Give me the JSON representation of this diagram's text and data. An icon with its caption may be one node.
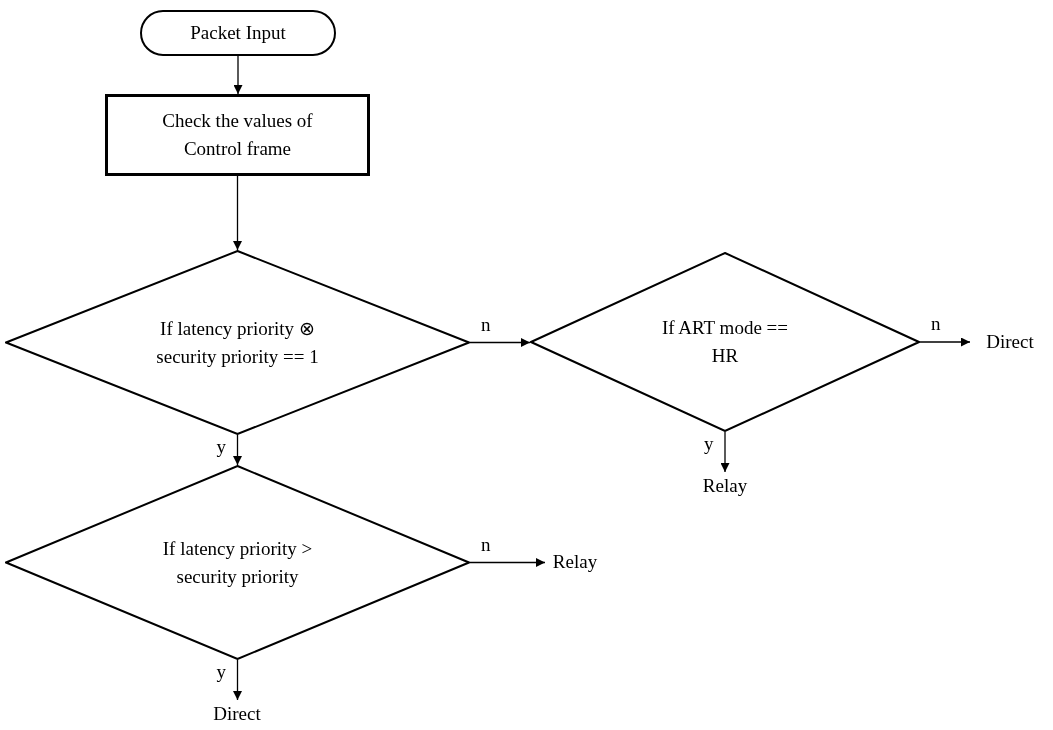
{
  "diagram": {
    "nodes": [
      {
        "text": [
          "Packet Input"
        ]
      },
      {
        "text": [
          "Check the values of Control frame"
        ]
      },
      {
        "text": [
          "If latency priority ⊗ security priority == 1"
        ]
      },
      {
        "text": [
          "If ART mode == HR"
        ]
      },
      {
        "text": [
          "If latency priority > security priority"
        ]
      },
      {
        "text": [
          "Direct"
        ]
      },
      {
        "text": [
          "Relay"
        ]
      },
      {
        "text": [
          "Relay"
        ]
      },
      {
        "text": [
          "Direct"
        ]
      }
    ],
    "edges": [
      {
        "from": 0,
        "to": 1,
        "arrow": "to"
      },
      {
        "from": 1,
        "to": 2,
        "arrow": "to"
      },
      {
        "from": 2,
        "to": 3,
        "arrow": "to",
        "label": "n"
      },
      {
        "from": 2,
        "to": 4,
        "arrow": "to",
        "label": "y"
      },
      {
        "from": 3,
        "to": 5,
        "arrow": "to",
        "label": "n"
      },
      {
        "from": 3,
        "to": 6,
        "arrow": "to",
        "label": "y"
      },
      {
        "from": 4,
        "to": 7,
        "arrow": "to",
        "label": "n"
      },
      {
        "from": 4,
        "to": 8,
        "arrow": "to",
        "label": "y"
      }
    ]
  }
}
